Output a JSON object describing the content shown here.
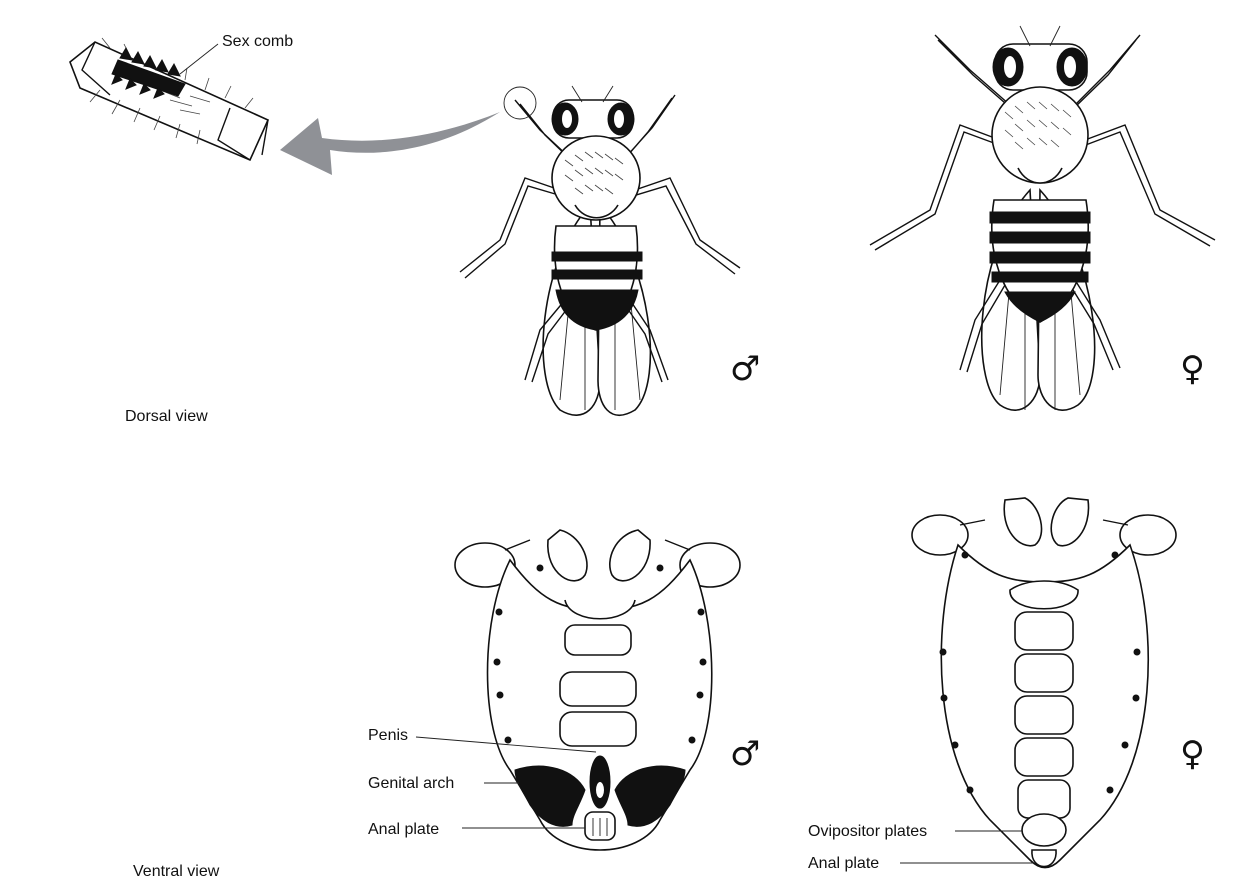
{
  "labels": {
    "sex_comb": "Sex comb",
    "dorsal_view": "Dorsal view",
    "ventral_view": "Ventral view",
    "penis": "Penis",
    "genital_arch": "Genital arch",
    "anal_plate_male": "Anal plate",
    "ovipositor_plates": "Ovipositor plates",
    "anal_plate_female": "Anal plate"
  },
  "symbols": {
    "male": "♂",
    "female": "♀"
  },
  "colors": {
    "ink": "#111111",
    "arrow": "#8f9196",
    "background": "#ffffff"
  }
}
